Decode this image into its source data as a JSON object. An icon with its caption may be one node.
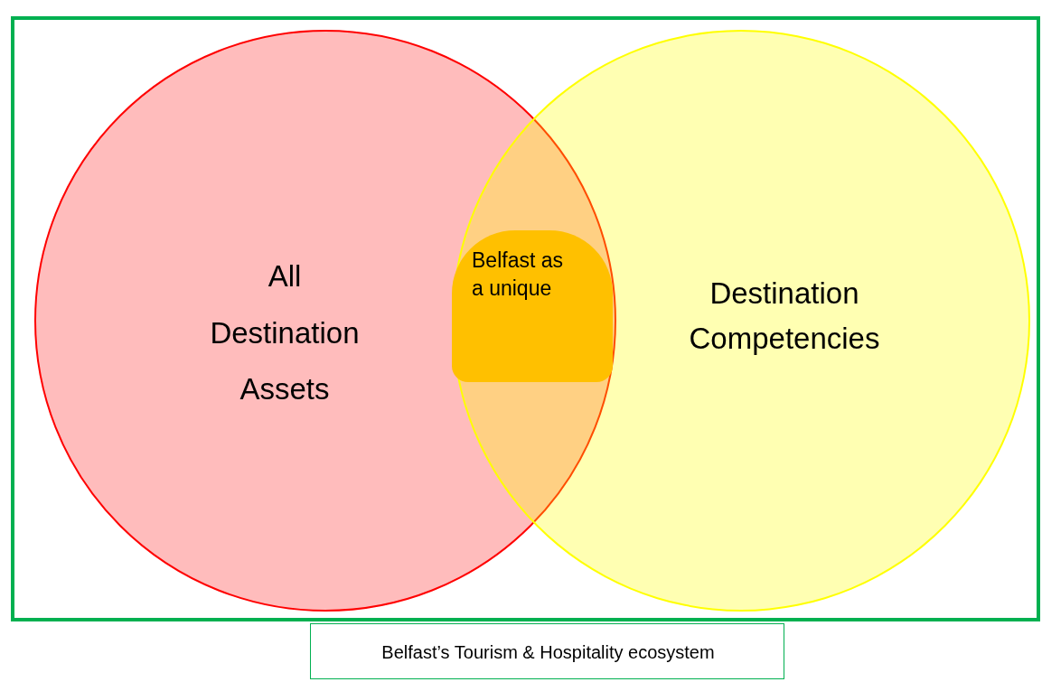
{
  "diagram": {
    "nodes": [
      {
        "text": [],
        "shape": "box"
      },
      {
        "text": [
          "All Destination Assets"
        ],
        "in": 0
      },
      {
        "text": [
          "Destination Competencies"
        ],
        "in": 0
      },
      {
        "text": [
          "Belfast as a unique"
        ]
      },
      {
        "text": [
          "Belfast’s Tourism & Hospitality ecosystem"
        ]
      }
    ],
    "edges": []
  }
}
